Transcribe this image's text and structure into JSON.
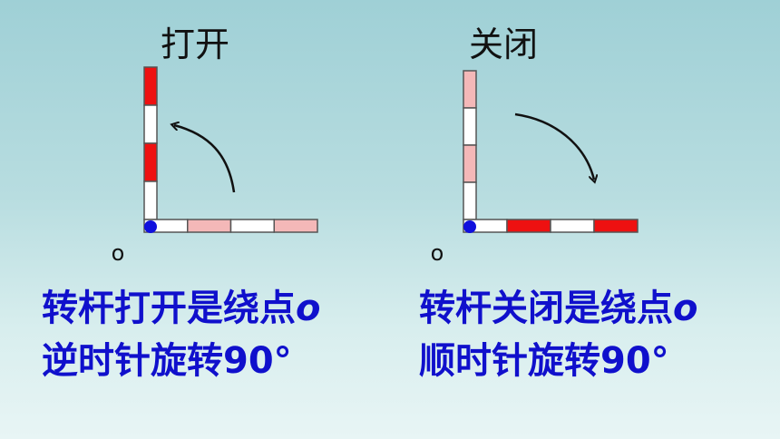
{
  "panels": [
    {
      "title": "打开",
      "origin_label": "o",
      "vertical_segments": [
        "red",
        "white",
        "red",
        "white"
      ],
      "horizontal_segments": [
        "white",
        "pink",
        "white",
        "pink"
      ],
      "arrow": "counterclockwise",
      "caption_line1": "转杆打开是绕点",
      "caption_point": "o",
      "caption_line2": "逆时针旋转90°"
    },
    {
      "title": "关闭",
      "origin_label": "o",
      "vertical_segments": [
        "pink",
        "white",
        "pink",
        "white"
      ],
      "horizontal_segments": [
        "white",
        "red",
        "white",
        "red"
      ],
      "arrow": "clockwise",
      "caption_line1": "转杆关闭是绕点",
      "caption_point": "o",
      "caption_line2": "顺时针旋转90°"
    }
  ],
  "colors": {
    "red": "#ee1111",
    "pink": "#f4b8b8",
    "white": "#ffffff",
    "outline": "#555555",
    "pivot": "#1010dd",
    "caption": "#1010cc",
    "text": "#111111"
  }
}
